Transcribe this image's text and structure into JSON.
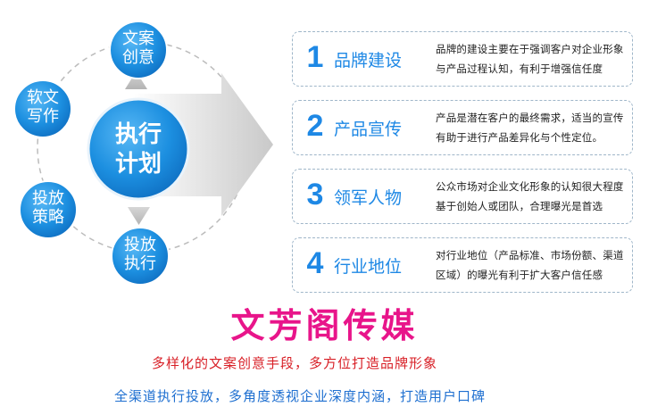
{
  "center": {
    "line1": "执行",
    "line2": "计划"
  },
  "nodes": [
    {
      "line1": "文案",
      "line2": "创意"
    },
    {
      "line1": "软文",
      "line2": "写作"
    },
    {
      "line1": "投放",
      "line2": "策略"
    },
    {
      "line1": "投放",
      "line2": "执行"
    }
  ],
  "cards": [
    {
      "num": "1",
      "title": "品牌建设",
      "desc": "品牌的建设主要在于强调客户对企业形象与产品过程认知，有利于增强信任度"
    },
    {
      "num": "2",
      "title": "产品宣传",
      "desc": "产品是潜在客户的最终需求，适当的宣传有助于进行产品差异化与个性定位。"
    },
    {
      "num": "3",
      "title": "领军人物",
      "desc": "公众市场对企业文化形象的认知很大程度基于创始人或团队，合理曝光是首选"
    },
    {
      "num": "4",
      "title": "行业地位",
      "desc": "对行业地位（产品标准、市场份额、渠道区域）的曝光有利于扩大客户信任感"
    }
  ],
  "brand": "文芳阁传媒",
  "slogan1": "多样化的文案创意手段，多方位打造品牌形象",
  "slogan2": "全渠道执行投放，多角度透视企业深度内涵，打造用户口碑",
  "colors": {
    "blue": "#1e88e5",
    "pink": "#e8158a",
    "red": "#d81f26"
  }
}
